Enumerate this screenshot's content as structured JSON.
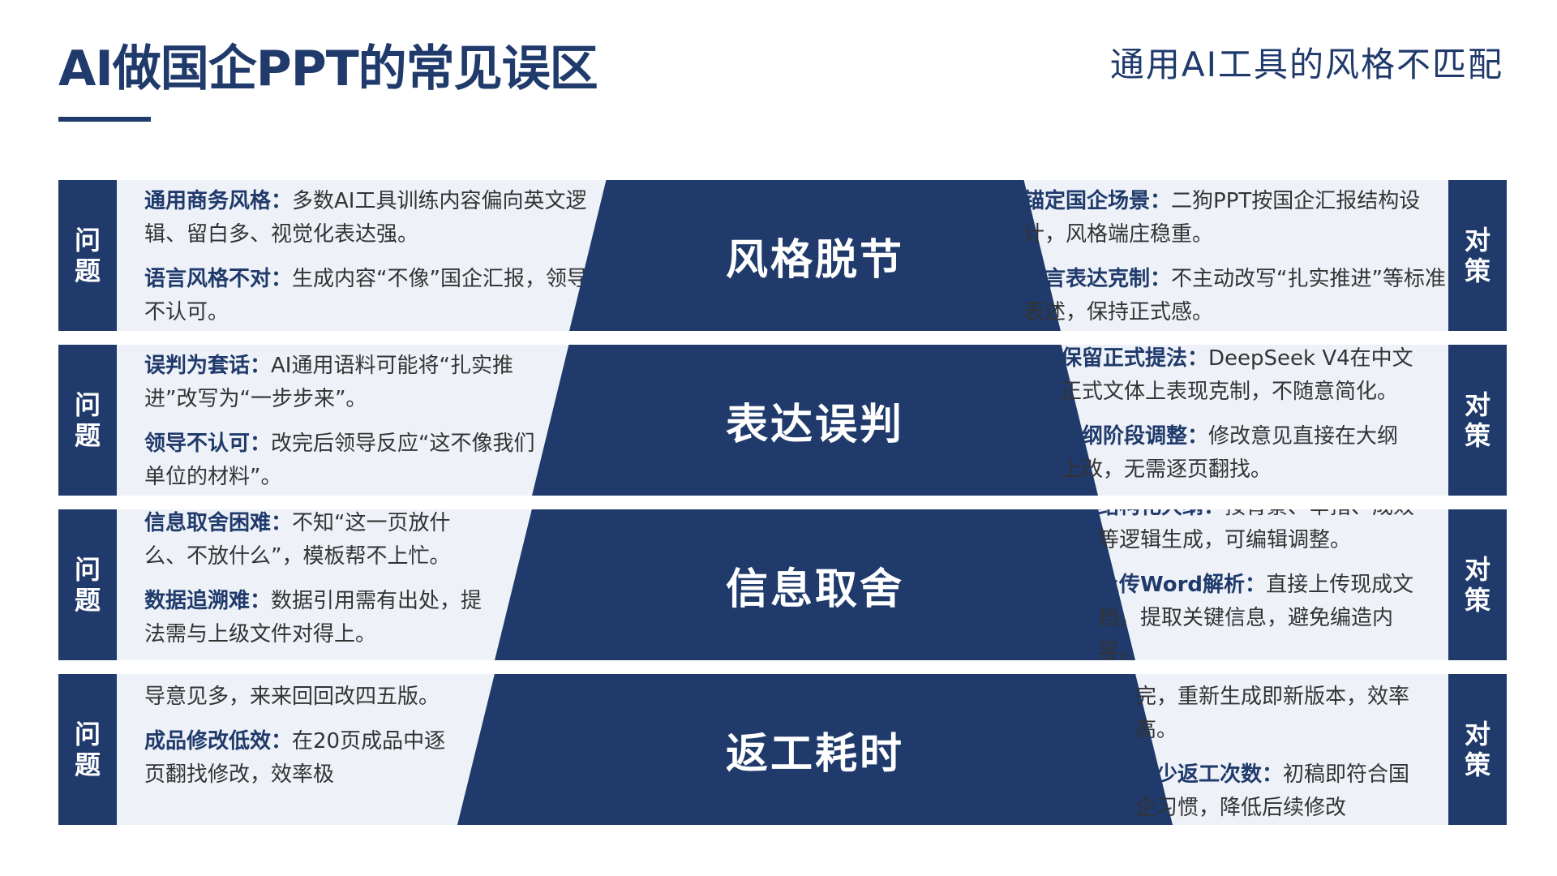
{
  "header": {
    "title": "AI做国企PPT的常见误区",
    "subtitle": "通用AI工具的风格不匹配"
  },
  "labels": {
    "problem": [
      "问",
      "题"
    ],
    "solution": [
      "对",
      "策"
    ]
  },
  "rows": [
    {
      "center": "风格脱节",
      "problems": [
        {
          "title": "通用商务风格：",
          "text": "多数AI工具训练内容偏向英文逻辑、留白多、视觉化表达强。"
        },
        {
          "title": "语言风格不对：",
          "text": "生成内容“不像”国企汇报，领导不认可。"
        }
      ],
      "solutions": [
        {
          "title": "锚定国企场景：",
          "text": "二狗PPT按国企汇报结构设计，风格端庄稳重。"
        },
        {
          "title": "语言表达克制：",
          "text": "不主动改写“扎实推进”等标准表述，保持正式感。"
        }
      ]
    },
    {
      "center": "表达误判",
      "problems": [
        {
          "title": "误判为套话：",
          "text": "AI通用语料可能将“扎实推进”改写为“一步步来”。"
        },
        {
          "title": "领导不认可：",
          "text": "改完后领导反应“这不像我们单位的材料”。"
        }
      ],
      "solutions": [
        {
          "title": "保留正式提法：",
          "text": "DeepSeek V4在中文正式文体上表现克制，不随意简化。"
        },
        {
          "title": "大纲阶段调整：",
          "text": "修改意见直接在大纲上改，无需逐页翻找。"
        }
      ]
    },
    {
      "center": "信息取舍",
      "problems": [
        {
          "title": "信息取舍困难：",
          "text": "不知“这一页放什么、不放什么”，模板帮不上忙。"
        },
        {
          "title": "数据追溯难：",
          "text": "数据引用需有出处，提法需与上级文件对得上。"
        }
      ],
      "solutions": [
        {
          "title": "结构化大纲：",
          "text": "按背景、举措、成效等逻辑生成，可编辑调整。"
        },
        {
          "title": "上传Word解析：",
          "text": "直接上传现成文档，提取关键信息，避免编造内容。"
        }
      ]
    },
    {
      "center": "返工耗时",
      "problems": [
        {
          "title": "",
          "text": "导意见多，来来回回改四五版。"
        },
        {
          "title": "成品修改低效：",
          "text": "在20页成品中逐页翻找修改，效率极"
        }
      ],
      "solutions": [
        {
          "title": "",
          "text": "完，重新生成即新版本，效率高。"
        },
        {
          "title": "减少返工次数：",
          "text": "初稿即符合国企习惯，降低后续修改"
        }
      ]
    }
  ]
}
